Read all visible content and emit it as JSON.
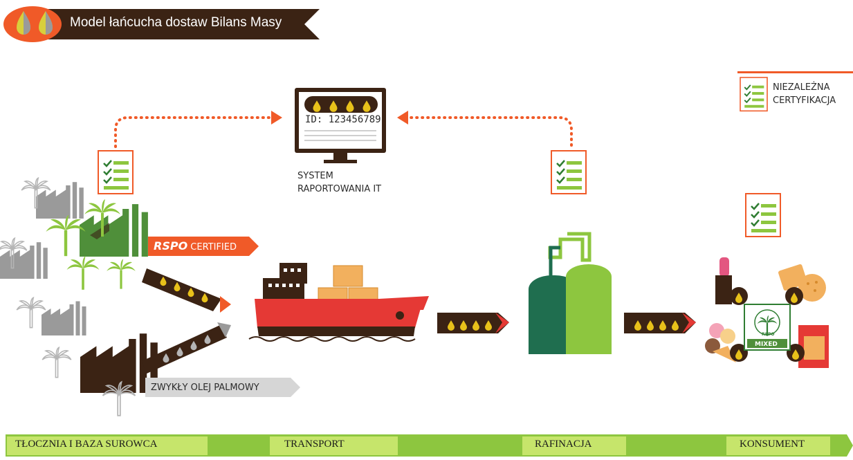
{
  "title": "Model łańcucha dostaw Bilans Masy",
  "colors": {
    "orange": "#f05a28",
    "dark_brown": "#3b2314",
    "green": "#4f8f3a",
    "light_green": "#8dc63f",
    "teal": "#1f6e4f",
    "grey": "#9a9a9a",
    "yellow": "#e8c11a"
  },
  "legend": {
    "line1": "NIEZALEŻNA",
    "line2": "CERTYFIKACJA"
  },
  "it_system": {
    "id_text": "ID: 123456789",
    "label_line1": "SYSTEM",
    "label_line2": "RAPORTOWANIA IT"
  },
  "rspo_banner": {
    "brand": "RSPO",
    "text": " CERTIFIED"
  },
  "plain_banner": "ZWYKŁY OLEJ PALMOWY",
  "consumer_logo": {
    "badge": "MIXED",
    "small": "RSPO"
  },
  "stages": [
    "TŁOCZNIA I BAZA SUROWCA",
    "TRANSPORT",
    "RAFINACJA",
    "KONSUMENT"
  ],
  "icons": [
    "oil-drop-icon",
    "checklist-icon",
    "monitor-icon",
    "factory-icon",
    "palm-tree-icon",
    "ship-icon",
    "refinery-tank-icon",
    "lipstick-icon",
    "biscuit-icon",
    "ice-cream-icon",
    "cereal-box-icon",
    "arrow-icon"
  ]
}
